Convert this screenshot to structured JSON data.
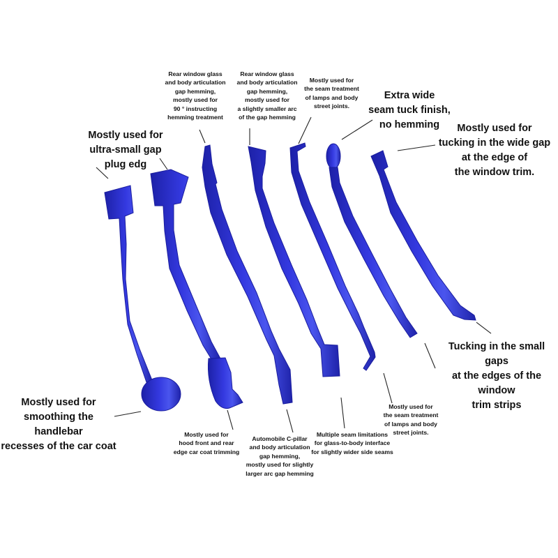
{
  "colors": {
    "tool": "#2f33d8",
    "tool_dark": "#1a1d9e",
    "tool_light": "#5a66f0",
    "leader": "#222222"
  },
  "labels": {
    "ultra_small_gap": "Mostly used for\nultra-small gap\nplug edg",
    "rear_window_90": "Rear window glass\nand body articulation\ngap hemming,\nmostly used for\n90 ° instructing\nhemming treatment",
    "rear_window_arc": "Rear window glass\nand body articulation\ngap hemming,\nmostly used for\na slightly smaller arc\nof the gap hemming",
    "lamps_top": "Mostly used for\nthe seam treatment\nof lamps and body\nstreet joints.",
    "extra_wide": "Extra wide\nseam tuck finish,\nno hemming",
    "wide_gap": "Mostly used for\ntucking in the wide gap\nat the edge of\nthe window trim.",
    "small_gaps": "Tucking in the small gaps\nat the edges of the window\ntrim strips",
    "lamps_bottom": "Mostly used for\nthe seam treatment\nof lamps and body\nstreet joints.",
    "glass_body": "Multiple seam limitations\nfor glass-to-body interface\nfor slightly wider side seams",
    "c_pillar": "Automobile C-pillar\nand body articulation\ngap hemming,\nmostly used for slightly\nlarger arc gap hemming",
    "hood_front": "Mostly used for\nhood front and rear\nedge car coat trimming",
    "handlebar": "Mostly used for\nsmoothing the handlebar\nrecesses of the car coat"
  }
}
